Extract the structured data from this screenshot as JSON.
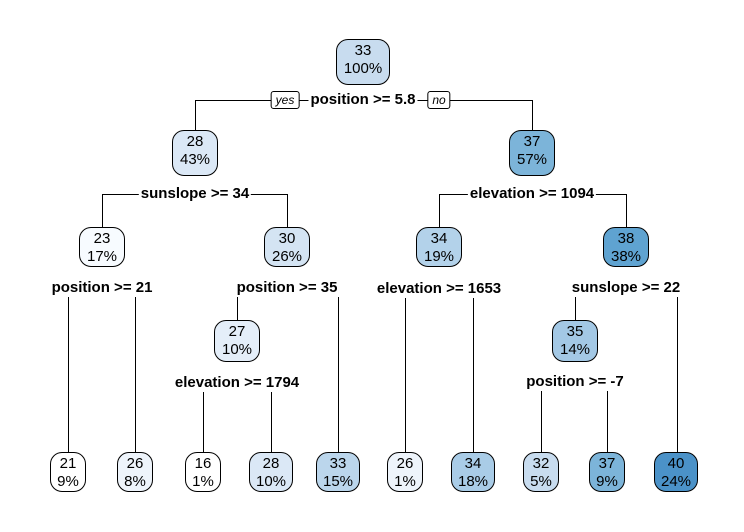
{
  "tree": {
    "nodes": [
      {
        "id": "n1",
        "value": "33",
        "pct": "100%",
        "color": "#c8dcef"
      },
      {
        "id": "n2",
        "value": "28",
        "pct": "43%",
        "color": "#dbe8f6"
      },
      {
        "id": "n3",
        "value": "37",
        "pct": "57%",
        "color": "#7cb4d9"
      },
      {
        "id": "n4",
        "value": "23",
        "pct": "17%",
        "color": "#f7fbff"
      },
      {
        "id": "n5",
        "value": "30",
        "pct": "26%",
        "color": "#d4e4f3"
      },
      {
        "id": "n6",
        "value": "34",
        "pct": "19%",
        "color": "#b3d2ea"
      },
      {
        "id": "n7",
        "value": "38",
        "pct": "38%",
        "color": "#5fa3d1"
      },
      {
        "id": "n8",
        "value": "27",
        "pct": "10%",
        "color": "#e4eef9"
      },
      {
        "id": "n9",
        "value": "35",
        "pct": "14%",
        "color": "#a3c8e5"
      },
      {
        "id": "l1",
        "value": "21",
        "pct": "9%",
        "color": "#ffffff"
      },
      {
        "id": "l2",
        "value": "26",
        "pct": "8%",
        "color": "#eef4fb"
      },
      {
        "id": "l3",
        "value": "16",
        "pct": "1%",
        "color": "#ffffff"
      },
      {
        "id": "l4",
        "value": "28",
        "pct": "10%",
        "color": "#dbe8f6"
      },
      {
        "id": "l5",
        "value": "33",
        "pct": "15%",
        "color": "#bbd6ec"
      },
      {
        "id": "l6",
        "value": "26",
        "pct": "1%",
        "color": "#eef4fb"
      },
      {
        "id": "l7",
        "value": "34",
        "pct": "18%",
        "color": "#a9cce7"
      },
      {
        "id": "l8",
        "value": "32",
        "pct": "5%",
        "color": "#c8dcef"
      },
      {
        "id": "l9",
        "value": "37",
        "pct": "9%",
        "color": "#7cb4d9"
      },
      {
        "id": "l10",
        "value": "40",
        "pct": "24%",
        "color": "#4b92c8"
      }
    ],
    "splits": [
      {
        "id": "s1",
        "label": "position >= 5.8"
      },
      {
        "id": "s2",
        "label": "sunslope >= 34"
      },
      {
        "id": "s3",
        "label": "elevation >= 1094"
      },
      {
        "id": "s4",
        "label": "position >= 21"
      },
      {
        "id": "s5",
        "label": "position >= 35"
      },
      {
        "id": "s6",
        "label": "elevation >= 1653"
      },
      {
        "id": "s7",
        "label": "sunslope >= 22"
      },
      {
        "id": "s8",
        "label": "elevation >= 1794"
      },
      {
        "id": "s9",
        "label": "position >= -7"
      }
    ],
    "yes_label": "yes",
    "no_label": "no"
  }
}
